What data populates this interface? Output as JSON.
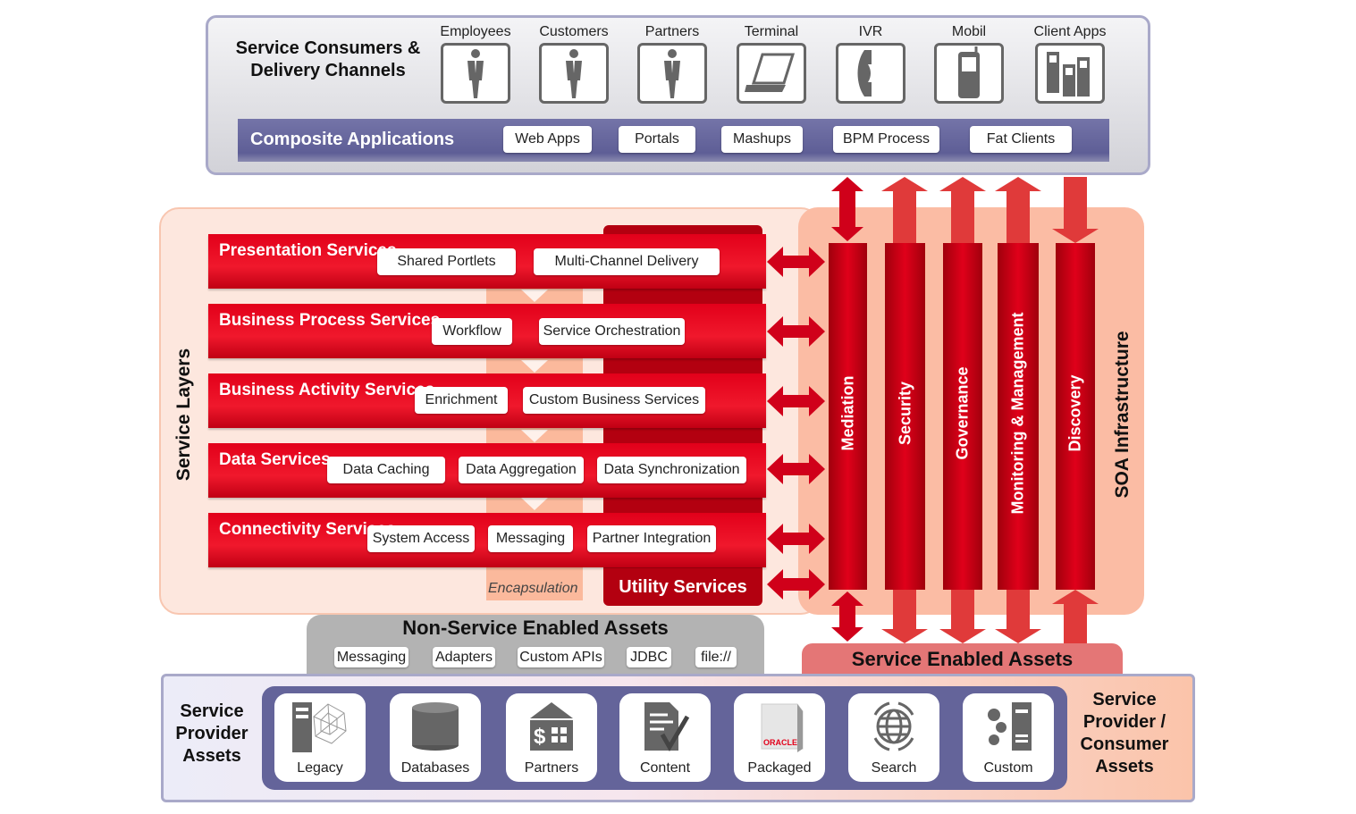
{
  "consumers": {
    "title": "Service Consumers & Delivery Channels",
    "channels": [
      {
        "label": "Employees",
        "icon": "person-icon"
      },
      {
        "label": "Customers",
        "icon": "person-icon"
      },
      {
        "label": "Partners",
        "icon": "person-icon"
      },
      {
        "label": "Terminal",
        "icon": "laptop-icon"
      },
      {
        "label": "IVR",
        "icon": "phone-icon"
      },
      {
        "label": "Mobil",
        "icon": "mobile-icon"
      },
      {
        "label": "Client Apps",
        "icon": "client-apps-icon"
      }
    ],
    "composite": {
      "title": "Composite Applications",
      "items": [
        "Web Apps",
        "Portals",
        "Mashups",
        "BPM Process",
        "Fat Clients"
      ]
    }
  },
  "service_layers": {
    "title": "Service Layers",
    "layers": [
      {
        "title": "Presentation Services",
        "items": [
          "Shared Portlets",
          "Multi-Channel Delivery"
        ]
      },
      {
        "title": "Business Process Services",
        "items": [
          "Workflow",
          "Service Orchestration"
        ]
      },
      {
        "title": "Business Activity Services",
        "items": [
          "Enrichment",
          "Custom Business Services"
        ]
      },
      {
        "title": "Data Services",
        "items": [
          "Data Caching",
          "Data Aggregation",
          "Data Synchronization"
        ]
      },
      {
        "title": "Connectivity Services",
        "items": [
          "System Access",
          "Messaging",
          "Partner Integration"
        ]
      }
    ],
    "utility": "Utility Services",
    "encapsulation": "Encapsulation"
  },
  "soa_infrastructure": {
    "title": "SOA Infrastructure",
    "columns": [
      "Mediation",
      "Security",
      "Governance",
      "Monitoring & Management",
      "Discovery"
    ]
  },
  "non_service_assets": {
    "title": "Non-Service Enabled Assets",
    "items": [
      "Messaging",
      "Adapters",
      "Custom APIs",
      "JDBC",
      "file://"
    ]
  },
  "service_enabled_assets": "Service Enabled Assets",
  "provider_assets": {
    "left_title": "Service Provider Assets",
    "right_title": "Service Provider / Consumer Assets",
    "tiles": [
      "Legacy",
      "Databases",
      "Partners",
      "Content",
      "Packaged",
      "Search",
      "Custom"
    ],
    "oracle_logo": "ORACLE"
  },
  "colors": {
    "purple": "#64649a",
    "red": "#e2001a",
    "dark_red": "#b30010",
    "salmon": "#fbbca4"
  }
}
